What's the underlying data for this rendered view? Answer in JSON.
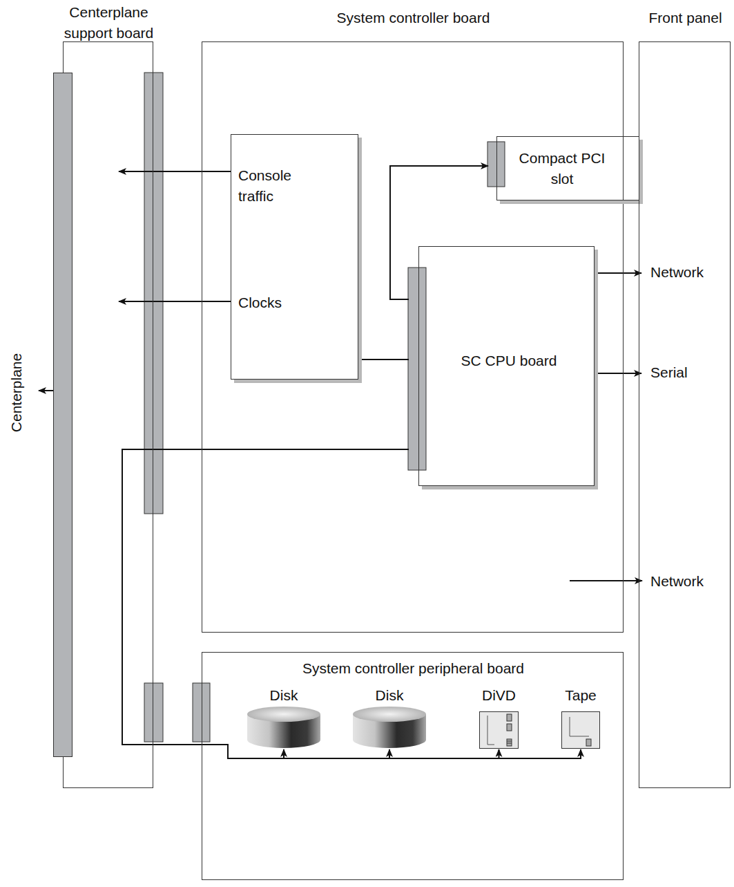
{
  "diagram": {
    "nodes": [
      {
        "text": [
          "Centerplane support board"
        ]
      },
      {
        "text": [
          "Centerplane"
        ]
      },
      {
        "text": [
          "System controller board"
        ]
      },
      {
        "text": [
          "Front panel"
        ]
      },
      {
        "text": [
          "Console traffic",
          "Clocks"
        ],
        "in": 2
      },
      {
        "text": [
          "Compact PCI slot"
        ],
        "in": 2
      },
      {
        "text": [
          "SC CPU board"
        ],
        "in": 2
      },
      {
        "text": [
          "System controller peripheral board"
        ]
      },
      {
        "text": [
          "Disk"
        ],
        "in": 7
      },
      {
        "text": [
          "Disk"
        ],
        "in": 7
      },
      {
        "text": [
          "DiVD"
        ],
        "in": 7
      },
      {
        "text": [
          "Tape"
        ],
        "in": 7
      }
    ],
    "edges": [
      {
        "from": 6,
        "to": 5,
        "arrow": "to"
      },
      {
        "from": 4,
        "to": 6,
        "arrow": "none"
      },
      {
        "from": 4,
        "to": 0,
        "arrow": "to"
      },
      {
        "from": 4,
        "to": 0,
        "arrow": "to"
      },
      {
        "from": 6,
        "to": 3,
        "arrow": "to"
      },
      {
        "from": 6,
        "to": 3,
        "arrow": "to"
      },
      {
        "from": 6,
        "to": 8,
        "arrow": "to"
      },
      {
        "from": 6,
        "to": 9,
        "arrow": "to"
      },
      {
        "from": 6,
        "to": 10,
        "arrow": "to"
      },
      {
        "from": 6,
        "to": 11,
        "arrow": "to"
      }
    ],
    "labels": [
      "Network",
      "Serial",
      "Network"
    ]
  }
}
